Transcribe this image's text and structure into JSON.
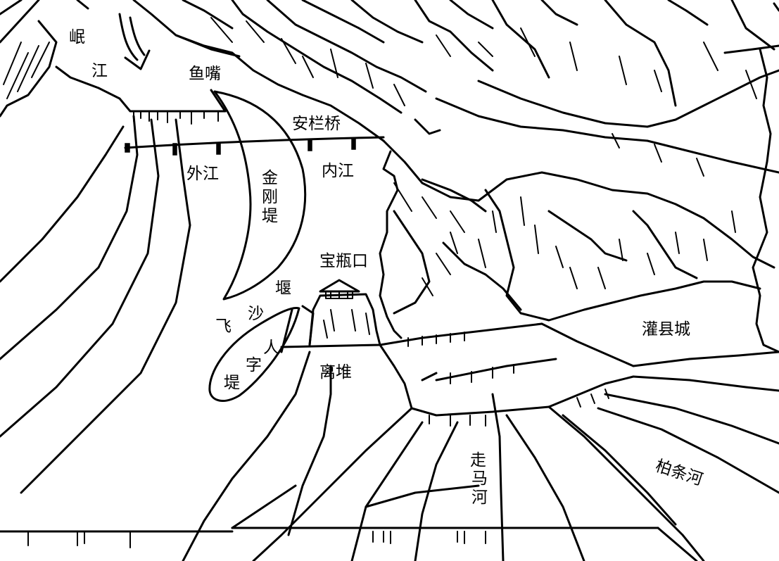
{
  "map": {
    "labels": {
      "min_river_1": "岷",
      "min_river_2": "江",
      "fish_mouth": "鱼嘴",
      "anlan_bridge": "安栏桥",
      "outer_river": "外江",
      "inner_river": "内江",
      "jingang_dike_1": "金",
      "jingang_dike_2": "刚",
      "jingang_dike_3": "堤",
      "bottle_neck": "宝瓶口",
      "feisha_weir_1": "飞",
      "feisha_weir_2": "沙",
      "feisha_weir_3": "堰",
      "renzi_dike_1": "人",
      "renzi_dike_2": "字",
      "renzi_dike_3": "堤",
      "lidui": "离堆",
      "guanxian_city": "灌县城",
      "zouma_river_1": "走",
      "zouma_river_2": "马",
      "zouma_river_3": "河",
      "baitiao_river": "柏条河"
    },
    "colors": {
      "ink": "#000000",
      "paper": "#ffffff"
    },
    "icons": [
      "flow-arrow-icon",
      "pavilion-icon"
    ]
  }
}
